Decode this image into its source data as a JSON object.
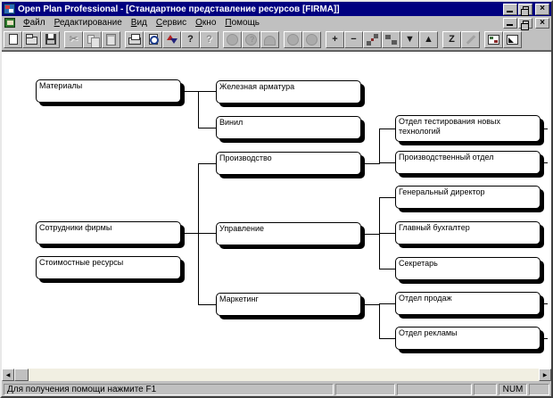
{
  "window": {
    "title": "Open Plan Professional - [Стандартное представление ресурсов [FIRMA]]",
    "close_glyph": "×"
  },
  "menu": {
    "items": [
      {
        "label": "Файл"
      },
      {
        "label": "Редактирование"
      },
      {
        "label": "Вид"
      },
      {
        "label": "Сервис"
      },
      {
        "label": "Окно"
      },
      {
        "label": "Помощь"
      }
    ]
  },
  "toolbar": {
    "buttons": [
      {
        "name": "new",
        "enabled": true
      },
      {
        "name": "open",
        "enabled": true
      },
      {
        "name": "save",
        "enabled": true
      },
      {
        "name": "cut",
        "glyph": "✂",
        "enabled": false
      },
      {
        "name": "copy",
        "enabled": false
      },
      {
        "name": "paste",
        "enabled": false
      },
      {
        "name": "print",
        "enabled": true
      },
      {
        "name": "print-preview",
        "enabled": true
      },
      {
        "name": "exchange",
        "enabled": true
      },
      {
        "name": "help",
        "glyph": "?",
        "enabled": true
      },
      {
        "name": "context-help",
        "glyph": "?",
        "enabled": false
      },
      {
        "name": "node-circle",
        "enabled": false
      },
      {
        "name": "node-circle-question",
        "glyph": "?",
        "enabled": false
      },
      {
        "name": "node-arch",
        "enabled": false
      },
      {
        "name": "node-circle-2",
        "enabled": false
      },
      {
        "name": "node-circle-3",
        "enabled": false
      },
      {
        "name": "add-node",
        "glyph": "+",
        "enabled": true
      },
      {
        "name": "remove-node",
        "glyph": "−",
        "enabled": true
      },
      {
        "name": "link-nodes",
        "enabled": true
      },
      {
        "name": "step-nodes",
        "enabled": true
      },
      {
        "name": "move-down",
        "glyph": "▼",
        "enabled": true
      },
      {
        "name": "move-up",
        "glyph": "▲",
        "enabled": true
      },
      {
        "name": "zoom",
        "glyph": "Z",
        "enabled": true
      },
      {
        "name": "draw",
        "enabled": false
      },
      {
        "name": "fit-view",
        "enabled": true
      },
      {
        "name": "expand-view",
        "enabled": true
      }
    ]
  },
  "diagram": {
    "nodes": [
      {
        "label": "Материалы",
        "parent": null
      },
      {
        "label": "Сотрудники фирмы",
        "parent": null
      },
      {
        "label": "Стоимостные ресурсы",
        "parent": null
      },
      {
        "label": "Железная арматура",
        "parent": "Материалы"
      },
      {
        "label": "Винил",
        "parent": "Материалы"
      },
      {
        "label": "Производство",
        "parent": "Сотрудники фирмы"
      },
      {
        "label": "Управление",
        "parent": "Сотрудники фирмы"
      },
      {
        "label": "Маркетинг",
        "parent": "Сотрудники фирмы"
      },
      {
        "label": "Отдел тестирования новых технологий",
        "parent": "Производство"
      },
      {
        "label": "Производственный отдел",
        "parent": "Производство"
      },
      {
        "label": "Генеральный директор",
        "parent": "Управление"
      },
      {
        "label": "Главный бухгалтер",
        "parent": "Управление"
      },
      {
        "label": "Секретарь",
        "parent": "Управление"
      },
      {
        "label": "Отдел продаж",
        "parent": "Маркетинг"
      },
      {
        "label": "Отдел рекламы",
        "parent": "Маркетинг"
      }
    ]
  },
  "scrollbar": {
    "left_glyph": "◀",
    "right_glyph": "▶"
  },
  "statusbar": {
    "message": "Для получения помощи нажмите F1",
    "num_indicator": "NUM"
  }
}
